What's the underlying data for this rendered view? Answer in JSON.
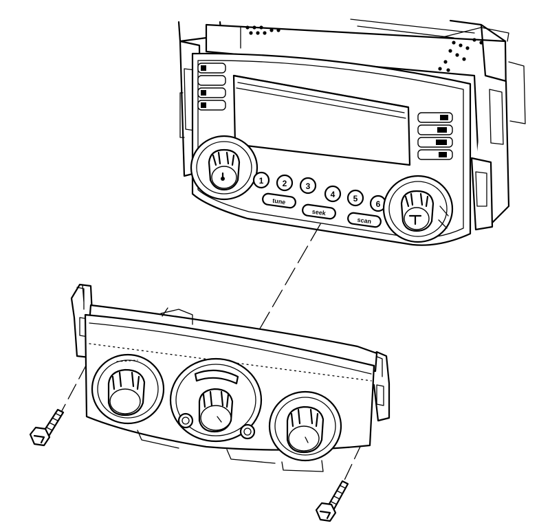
{
  "radio": {
    "preset_buttons": [
      "1",
      "2",
      "3",
      "4",
      "5",
      "6"
    ],
    "tune_labels": [
      "tune",
      "seek",
      "scan"
    ]
  }
}
